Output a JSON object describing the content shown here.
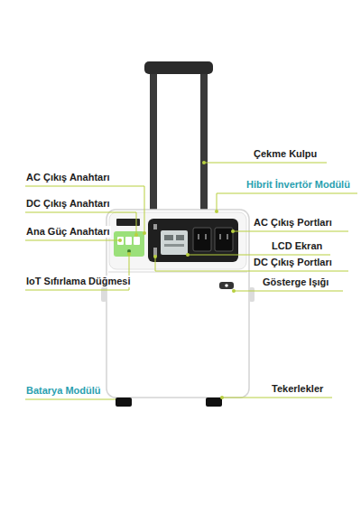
{
  "diagram": {
    "labels": [
      "Çekme Kulpu",
      "AC Çıkış Anahtarı",
      "Hibrit İnvertör Modülü",
      "DC Çıkış Anahtarı",
      "AC Çıkış Portları",
      "Ana Güç Anahtarı",
      "LCD Ekran",
      "DC Çıkış Portları",
      "Gösterge Işığı",
      "IoT Sıfırlama Düğmesi",
      "Batarya Modülü",
      "Tekerlekler"
    ]
  }
}
